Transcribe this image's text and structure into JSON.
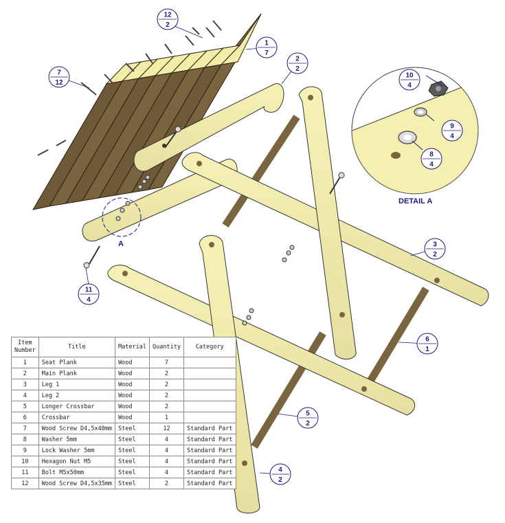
{
  "balloons": [
    {
      "id": "b1",
      "item": "1",
      "qty": "7"
    },
    {
      "id": "b2",
      "item": "2",
      "qty": "2"
    },
    {
      "id": "b3",
      "item": "3",
      "qty": "2"
    },
    {
      "id": "b4",
      "item": "4",
      "qty": "2"
    },
    {
      "id": "b5",
      "item": "5",
      "qty": "2"
    },
    {
      "id": "b6",
      "item": "6",
      "qty": "1"
    },
    {
      "id": "b7",
      "item": "7",
      "qty": "12"
    },
    {
      "id": "b8",
      "item": "8",
      "qty": "4"
    },
    {
      "id": "b9",
      "item": "9",
      "qty": "4"
    },
    {
      "id": "b10",
      "item": "10",
      "qty": "4"
    },
    {
      "id": "b11",
      "item": "11",
      "qty": "4"
    },
    {
      "id": "b12",
      "item": "12",
      "qty": "2"
    }
  ],
  "detail": {
    "marker": "A",
    "label": "DETAIL A"
  },
  "bom": {
    "headers": [
      "Item Number",
      "Title",
      "Material",
      "Quantity",
      "Category"
    ],
    "rows": [
      [
        "1",
        "Seat Plank",
        "Wood",
        "7",
        ""
      ],
      [
        "2",
        "Main Plank",
        "Wood",
        "2",
        ""
      ],
      [
        "3",
        "Leg 1",
        "Wood",
        "2",
        ""
      ],
      [
        "4",
        "Leg 2",
        "Wood",
        "2",
        ""
      ],
      [
        "5",
        "Longer Crossbar",
        "Wood",
        "2",
        ""
      ],
      [
        "6",
        "Crossbar",
        "Wood",
        "1",
        ""
      ],
      [
        "7",
        "Wood Screw D4,5x40mm",
        "Steel",
        "12",
        "Standard Part"
      ],
      [
        "8",
        "Washer 5mm",
        "Steel",
        "4",
        "Standard Part"
      ],
      [
        "9",
        "Lock Washer 5mm",
        "Steel",
        "4",
        "Standard Part"
      ],
      [
        "10",
        "Hexagon Nut M5",
        "Steel",
        "4",
        "Standard Part"
      ],
      [
        "11",
        "Bolt M5x50mm",
        "Steel",
        "4",
        "Standard Part"
      ],
      [
        "12",
        "Wood Screw D4,5x35mm",
        "Steel",
        "2",
        "Standard Part"
      ]
    ]
  }
}
